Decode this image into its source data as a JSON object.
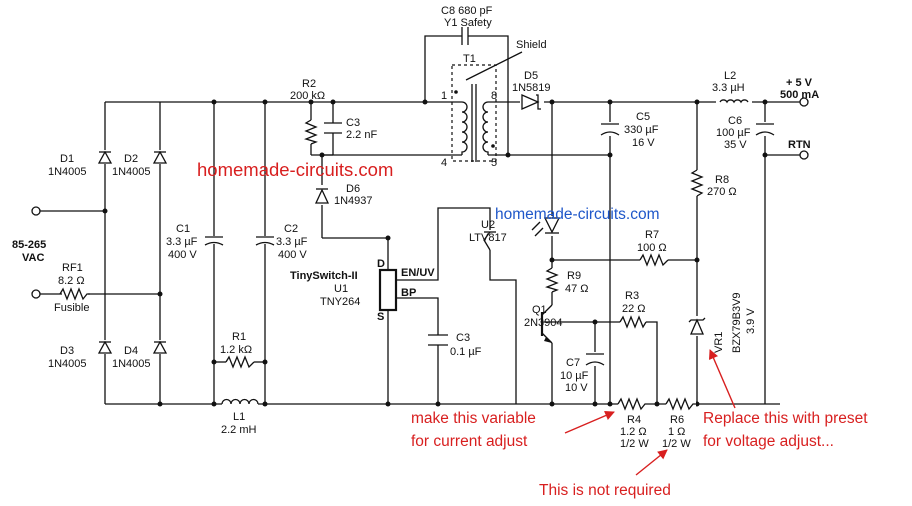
{
  "watermark": "homemade-circuits.com",
  "input": {
    "voltage": "85-265",
    "unit": "VAC"
  },
  "output": {
    "voltage": "+ 5 V",
    "current": "500 mA",
    "return": "RTN"
  },
  "parts": {
    "D1": {
      "ref": "D1",
      "value": "1N4005"
    },
    "D2": {
      "ref": "D2",
      "value": "1N4005"
    },
    "D3": {
      "ref": "D3",
      "value": "1N4005"
    },
    "D4": {
      "ref": "D4",
      "value": "1N4005"
    },
    "RF1": {
      "ref": "RF1",
      "value": "8.2 Ω",
      "note": "Fusible"
    },
    "C1": {
      "ref": "C1",
      "value": "3.3 µF",
      "rating": "400 V"
    },
    "C2": {
      "ref": "C2",
      "value": "3.3 µF",
      "rating": "400 V"
    },
    "R1": {
      "ref": "R1",
      "value": "1.2 kΩ"
    },
    "L1": {
      "ref": "L1",
      "value": "2.2 mH"
    },
    "R2": {
      "ref": "R2",
      "value": "200 kΩ"
    },
    "C3a": {
      "ref": "C3",
      "value": "2.2 nF"
    },
    "D6": {
      "ref": "D6",
      "value": "1N4937"
    },
    "U1": {
      "ref": "U1",
      "family": "TinySwitch-II",
      "value": "TNY264",
      "pin_d": "D",
      "pin_s": "S",
      "pin_en": "EN/UV",
      "pin_bp": "BP"
    },
    "C3b": {
      "ref": "C3",
      "value": "0.1 µF"
    },
    "C8": {
      "ref": "C8 680 pF",
      "rating": "Y1 Safety"
    },
    "T1": {
      "ref": "T1",
      "shield": "Shield",
      "pin1": "1",
      "pin4": "4",
      "pin5": "5",
      "pin8": "8"
    },
    "D5": {
      "ref": "D5",
      "value": "1N5819"
    },
    "C5": {
      "ref": "C5",
      "value": "330 µF",
      "rating": "16 V"
    },
    "L2": {
      "ref": "L2",
      "value": "3.3 µH"
    },
    "C6": {
      "ref": "C6",
      "value": "100 µF",
      "rating": "35 V"
    },
    "R8": {
      "ref": "R8",
      "value": "270 Ω"
    },
    "U2": {
      "ref": "U2",
      "value": "LTV817"
    },
    "R7": {
      "ref": "R7",
      "value": "100 Ω"
    },
    "R9": {
      "ref": "R9",
      "value": "47 Ω"
    },
    "Q1": {
      "ref": "Q1",
      "value": "2N3904"
    },
    "R3": {
      "ref": "R3",
      "value": "22 Ω"
    },
    "C7": {
      "ref": "C7",
      "value": "10 µF",
      "rating": "10 V"
    },
    "R4": {
      "ref": "R4",
      "value": "1.2 Ω",
      "rating": "1/2 W"
    },
    "R6": {
      "ref": "R6",
      "value": "1 Ω",
      "rating": "1/2 W"
    },
    "VR1": {
      "ref": "VR1",
      "value": "BZX79B3V9",
      "rating": "3.9 V"
    }
  },
  "annotations": {
    "current": [
      "make this variable",
      "for current adjust"
    ],
    "voltage": [
      "Replace this with preset",
      "for voltage adjust..."
    ],
    "not_required": "This is not required"
  },
  "colors": {
    "wire": "#111111",
    "annotation": "#d81f1f",
    "watermark_alt": "#1f57c9"
  }
}
